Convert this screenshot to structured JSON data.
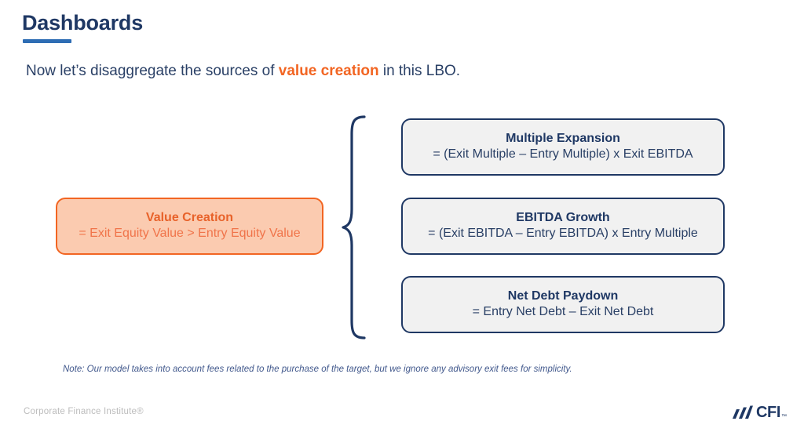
{
  "slide": {
    "title": "Dashboards",
    "accent_bar_color": "#2E6DB4",
    "title_color": "#1F3864",
    "background_color": "#FFFFFF"
  },
  "subtitle": {
    "before": "Now let’s disaggregate the sources of ",
    "highlight": "value creation",
    "after": " in this LBO.",
    "highlight_color": "#F26522"
  },
  "diagram": {
    "source": {
      "title": "Value Creation",
      "formula": "= Exit Equity Value > Entry Equity Value",
      "fill_color": "#FBCBB0",
      "border_color": "#F26522",
      "text_color": "#E8622A"
    },
    "connector": {
      "type": "curly-brace",
      "color": "#1F3864"
    },
    "components": [
      {
        "title": "Multiple Expansion",
        "formula": "= (Exit Multiple – Entry Multiple) x Exit EBITDA",
        "fill_color": "#F1F1F1",
        "border_color": "#1F3864"
      },
      {
        "title": "EBITDA Growth",
        "formula": "= (Exit EBITDA – Entry EBITDA) x Entry Multiple",
        "fill_color": "#F1F1F1",
        "border_color": "#1F3864"
      },
      {
        "title": "Net Debt Paydown",
        "formula": "= Entry Net Debt – Exit Net Debt",
        "fill_color": "#F1F1F1",
        "border_color": "#1F3864"
      }
    ]
  },
  "note": "Note: Our model takes into account fees related to the purchase of the target, but we ignore any advisory exit fees for simplicity.",
  "footer": {
    "brand": "Corporate Finance Institute®",
    "logo_text": "CFI",
    "logo_tm": "™",
    "logo_icon": "cfi-slashes-icon",
    "logo_color": "#1F3864"
  }
}
